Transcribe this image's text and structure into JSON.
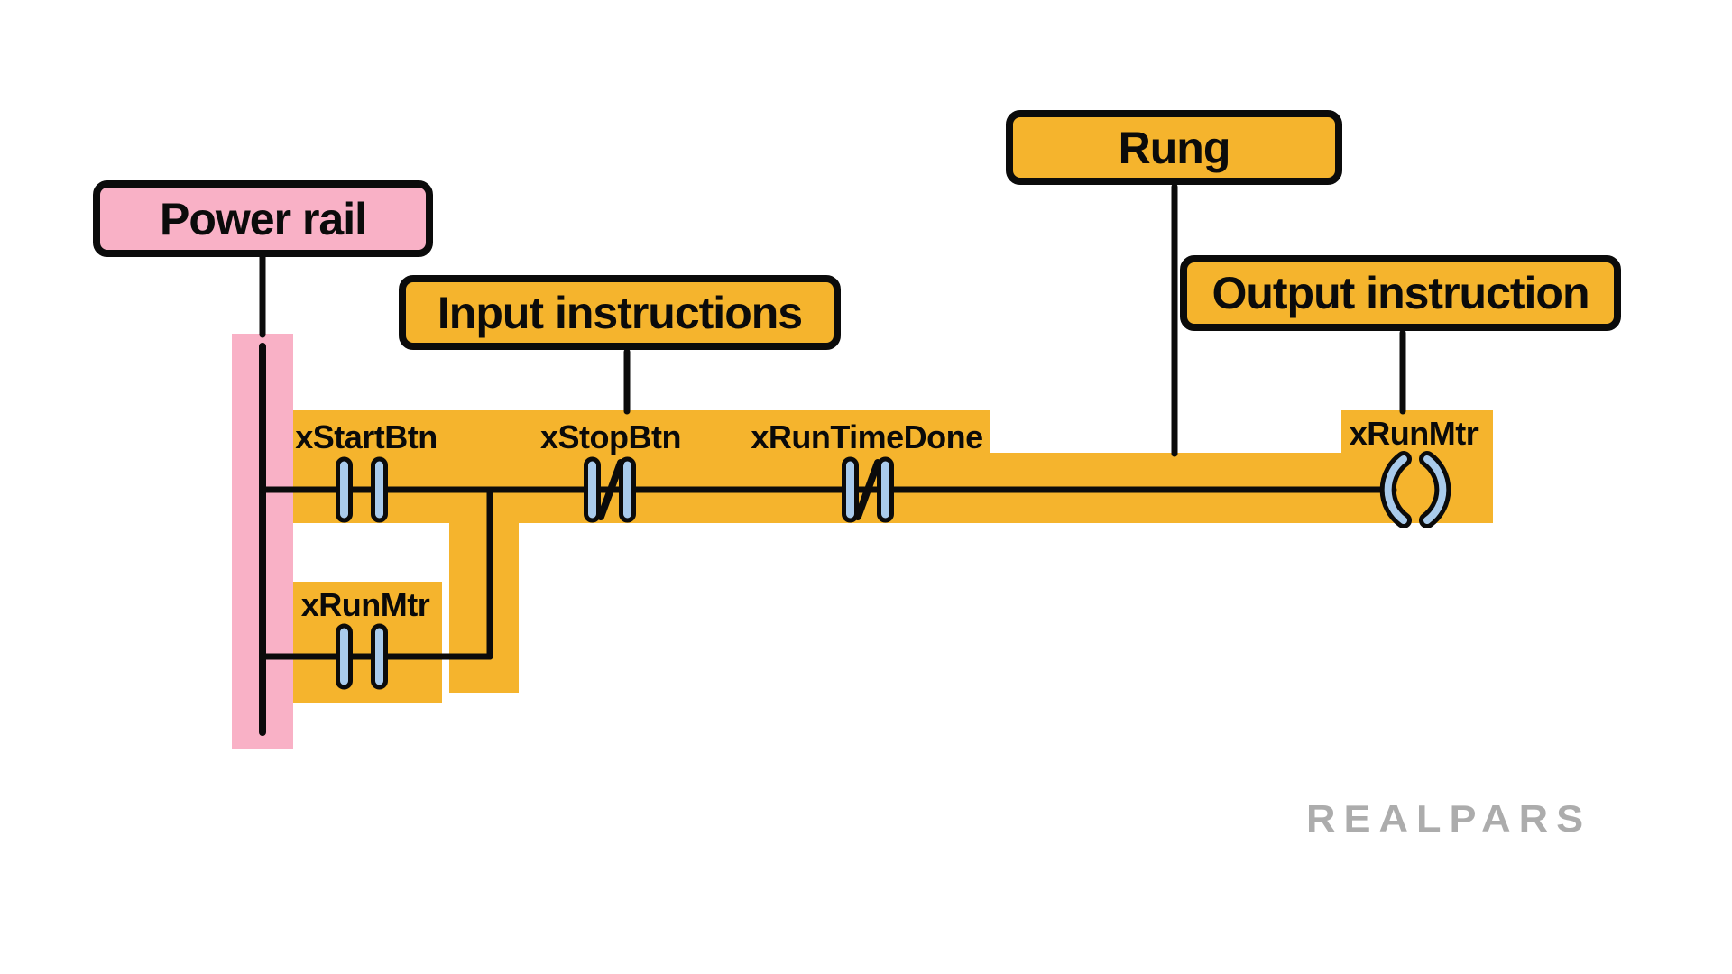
{
  "callouts": {
    "power_rail": "Power rail",
    "input_instructions": "Input instructions",
    "rung": "Rung",
    "output_instruction": "Output instruction"
  },
  "tags": {
    "start_button_contact": "xStartBtn",
    "stop_button_contact": "xStopBtn",
    "run_time_done_contact": "xRunTimeDone",
    "seal_in_contact": "xRunMtr",
    "output_coil": "xRunMtr"
  },
  "symbols": {
    "start_button_contact": "normally-open-contact",
    "stop_button_contact": "normally-closed-contact",
    "run_time_done_contact": "normally-closed-contact",
    "seal_in_contact": "normally-open-contact",
    "output_coil": "output-coil"
  },
  "watermark": "REALPARS",
  "colors": {
    "highlight_orange": "#F5B42D",
    "rail_pink": "#F9B1C6",
    "contact_blue": "#A9CBEC",
    "wire_black": "#0B0B0B",
    "watermark_gray": "#ACACAC"
  }
}
